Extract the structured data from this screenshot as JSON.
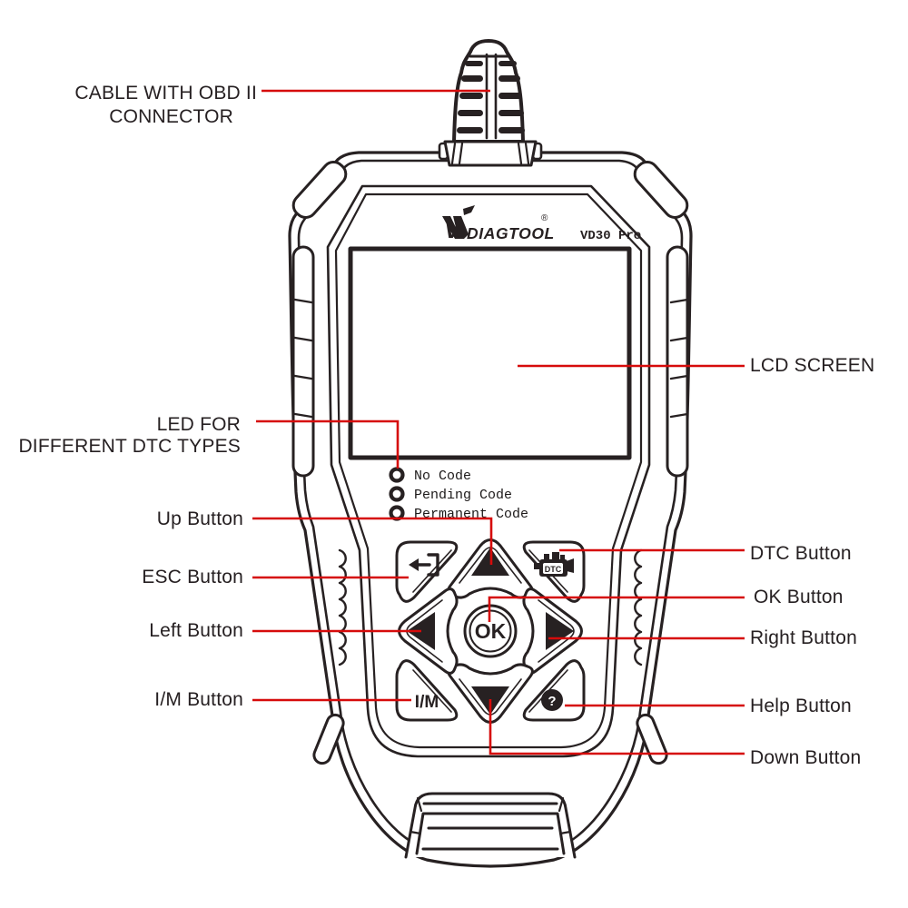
{
  "colors": {
    "accent_red": "#d60b0b",
    "line_ink": "#272122"
  },
  "device": {
    "brand_v": "V",
    "brand_rest": "DIAGTOOL",
    "registered_mark": "®",
    "model": "VD30 Pro",
    "led_labels": [
      "No Code",
      "Pending Code",
      "Permanent Code"
    ],
    "buttons": {
      "ok": "OK",
      "im": "I/M",
      "dtc": "DTC",
      "help": "?"
    }
  },
  "callouts": {
    "cable_line1": "CABLE WITH OBD II",
    "cable_line2": "CONNECTOR",
    "lcd": "LCD SCREEN",
    "led_line1": "LED FOR",
    "led_line2": "DIFFERENT DTC TYPES",
    "up": "Up Button",
    "esc": "ESC Button",
    "left": "Left Button",
    "im": "I/M Button",
    "dtc": "DTC Button",
    "ok": "OK Button",
    "right": "Right Button",
    "help": "Help Button",
    "down": "Down Button"
  }
}
